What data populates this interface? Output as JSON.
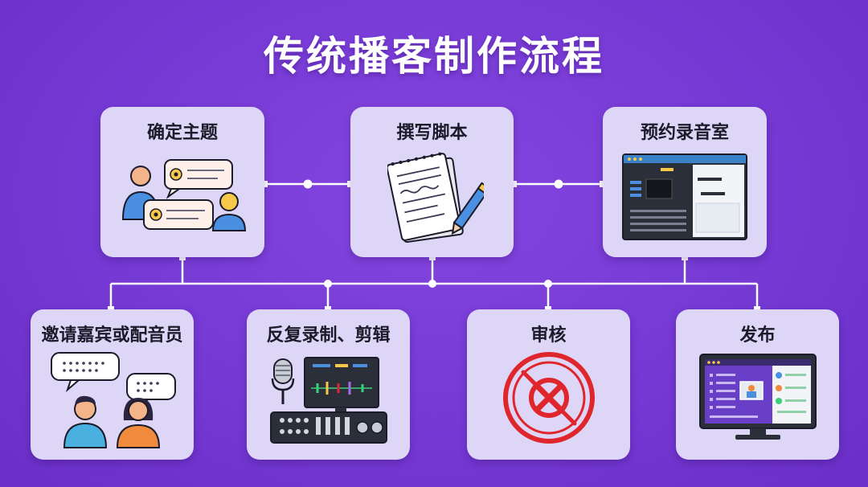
{
  "title": "传统播客制作流程",
  "steps": [
    {
      "label": "确定主题",
      "icon": "chat-people-icon"
    },
    {
      "label": "撰写脚本",
      "icon": "notepad-pen-icon"
    },
    {
      "label": "预约录音室",
      "icon": "booking-screen-icon"
    },
    {
      "label": "邀请嘉宾或配音员",
      "icon": "guests-chat-icon"
    },
    {
      "label": "反复录制、剪辑",
      "icon": "mic-mixer-icon"
    },
    {
      "label": "审核",
      "icon": "reject-stamp-icon"
    },
    {
      "label": "发布",
      "icon": "publish-monitor-icon"
    }
  ],
  "colors": {
    "background": "#7438d3",
    "card": "#ddd6f7",
    "connector": "#ffffff",
    "reject_red": "#e0262d"
  }
}
